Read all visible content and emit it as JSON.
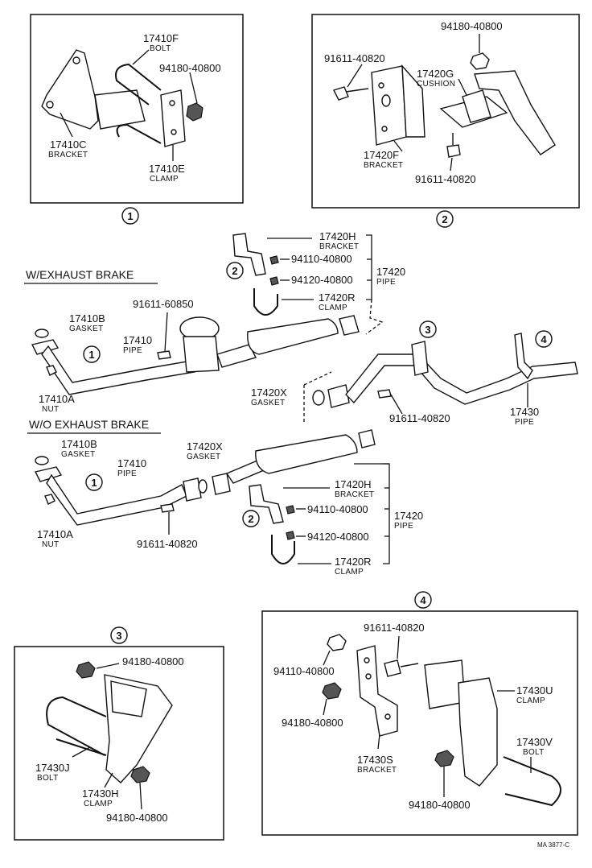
{
  "headings": {
    "with_brake": "W/EXHAUST BRAKE",
    "without_brake": "W/O EXHAUST BRAKE"
  },
  "callouts": {
    "c1": "1",
    "c2": "2",
    "c3": "3",
    "c4": "4"
  },
  "panel1": {
    "bolt_pn": "17410F",
    "bolt_lbl": "BOLT",
    "nut_pn": "94180-40800",
    "bracket_pn": "17410C",
    "bracket_lbl": "BRACKET",
    "clamp_pn": "17410E",
    "clamp_lbl": "CLAMP"
  },
  "panel2": {
    "nut_pn": "94180-40800",
    "bolt_pn_top": "91611-40820",
    "cushion_pn": "17420G",
    "cushion_lbl": "CUSHION",
    "bracket_pn": "17420F",
    "bracket_lbl": "BRACKET",
    "bolt_pn_bottom": "91611-40820"
  },
  "with_brake": {
    "bracket_pn": "17420H",
    "bracket_lbl": "BRACKET",
    "nut1_pn": "94110-40800",
    "nut2_pn": "94120-40800",
    "clamp_pn": "17420R",
    "clamp_lbl": "CLAMP",
    "pipe_pn": "17420",
    "pipe_lbl": "PIPE",
    "bolt_pn": "91611-60850",
    "gasket_pn": "17410B",
    "gasket_lbl": "GASKET",
    "front_pipe_pn": "17410",
    "front_pipe_lbl": "PIPE",
    "nut_pn": "17410A",
    "nut_lbl": "NUT",
    "gasket2_pn": "17420X",
    "gasket2_lbl": "GASKET",
    "bolt2_pn": "91611-40820",
    "tail_pipe_pn": "17430",
    "tail_pipe_lbl": "PIPE"
  },
  "without_brake": {
    "gasket_pn": "17410B",
    "gasket_lbl": "GASKET",
    "pipe_pn": "17410",
    "pipe_lbl": "PIPE",
    "gasket2_pn": "17420X",
    "gasket2_lbl": "GASKET",
    "nut_pn": "17410A",
    "nut_lbl": "NUT",
    "bolt_pn": "91611-40820",
    "bracket_pn": "17420H",
    "bracket_lbl": "BRACKET",
    "nut1_pn": "94110-40800",
    "nut2_pn": "94120-40800",
    "clamp_pn": "17420R",
    "clamp_lbl": "CLAMP",
    "pipe2_pn": "17420",
    "pipe2_lbl": "PIPE"
  },
  "panel3": {
    "nut_top_pn": "94180-40800",
    "bolt_pn": "17430J",
    "bolt_lbl": "BOLT",
    "clamp_pn": "17430H",
    "clamp_lbl": "CLAMP",
    "nut_bottom_pn": "94180-40800"
  },
  "panel4": {
    "bolt_pn": "91611-40820",
    "nut1_pn": "94110-40800",
    "nut2_pn": "94180-40800",
    "clamp_pn": "17430U",
    "clamp_lbl": "CLAMP",
    "ubolt_pn": "17430V",
    "ubolt_lbl": "BOLT",
    "bracket_pn": "17430S",
    "bracket_lbl": "BRACKET",
    "nut3_pn": "94180-40800"
  },
  "figure_code": "MA 3877-C"
}
